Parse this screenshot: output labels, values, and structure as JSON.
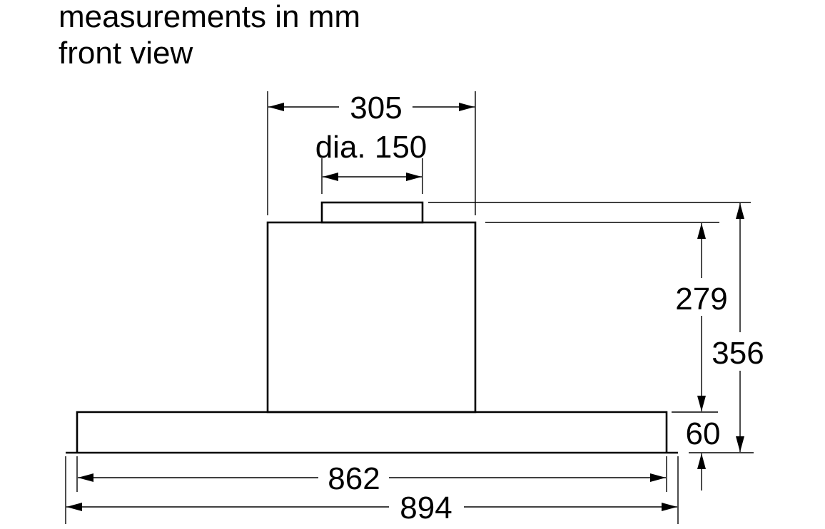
{
  "header": {
    "line1": "measurements in mm",
    "line2": "front view"
  },
  "dimensions": {
    "chimney_width": "305",
    "duct_diameter": "dia. 150",
    "chimney_height": "279",
    "total_height": "356",
    "canopy_height": "60",
    "canopy_width": "862",
    "total_width": "894"
  }
}
